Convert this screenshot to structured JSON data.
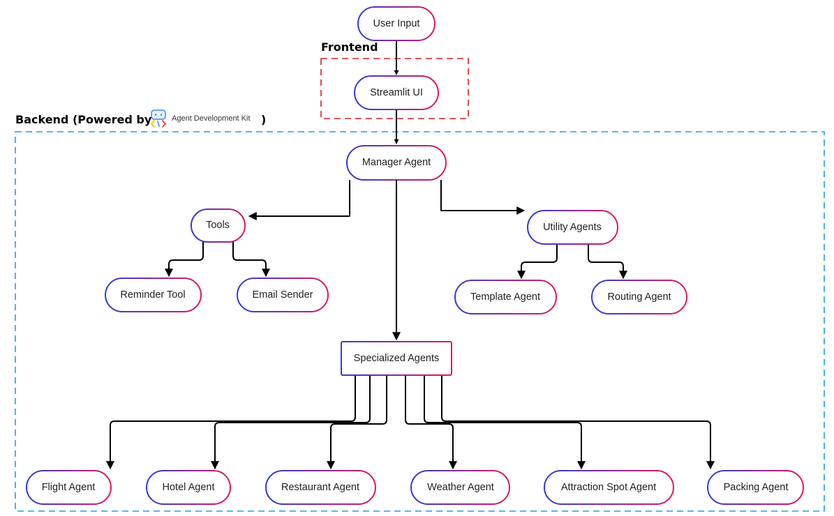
{
  "labels": {
    "frontend": "Frontend",
    "backend_prefix": "Backend (Powered by",
    "backend_suffix": ")",
    "adk_logo_text": "Agent Development Kit"
  },
  "nodes": {
    "user_input": "User Input",
    "streamlit_ui": "Streamlit UI",
    "manager_agent": "Manager Agent",
    "tools": "Tools",
    "utility_agents": "Utility Agents",
    "reminder_tool": "Reminder Tool",
    "email_sender": "Email Sender",
    "template_agent": "Template Agent",
    "routing_agent": "Routing Agent",
    "specialized_agents": "Specialized Agents",
    "flight_agent": "Flight Agent",
    "hotel_agent": "Hotel Agent",
    "restaurant_agent": "Restaurant Agent",
    "weather_agent": "Weather Agent",
    "attraction_spot_agent": "Attraction Spot Agent",
    "packing_agent": "Packing Agent"
  },
  "colors": {
    "node_gradient_start": "#2e3bd6",
    "node_gradient_end": "#e0185c",
    "frontend_border": "#d62020",
    "backend_border": "#1ea0dc",
    "arrow": "#000000"
  },
  "icons": {
    "adk_logo": "agent-development-kit-logo-icon"
  }
}
